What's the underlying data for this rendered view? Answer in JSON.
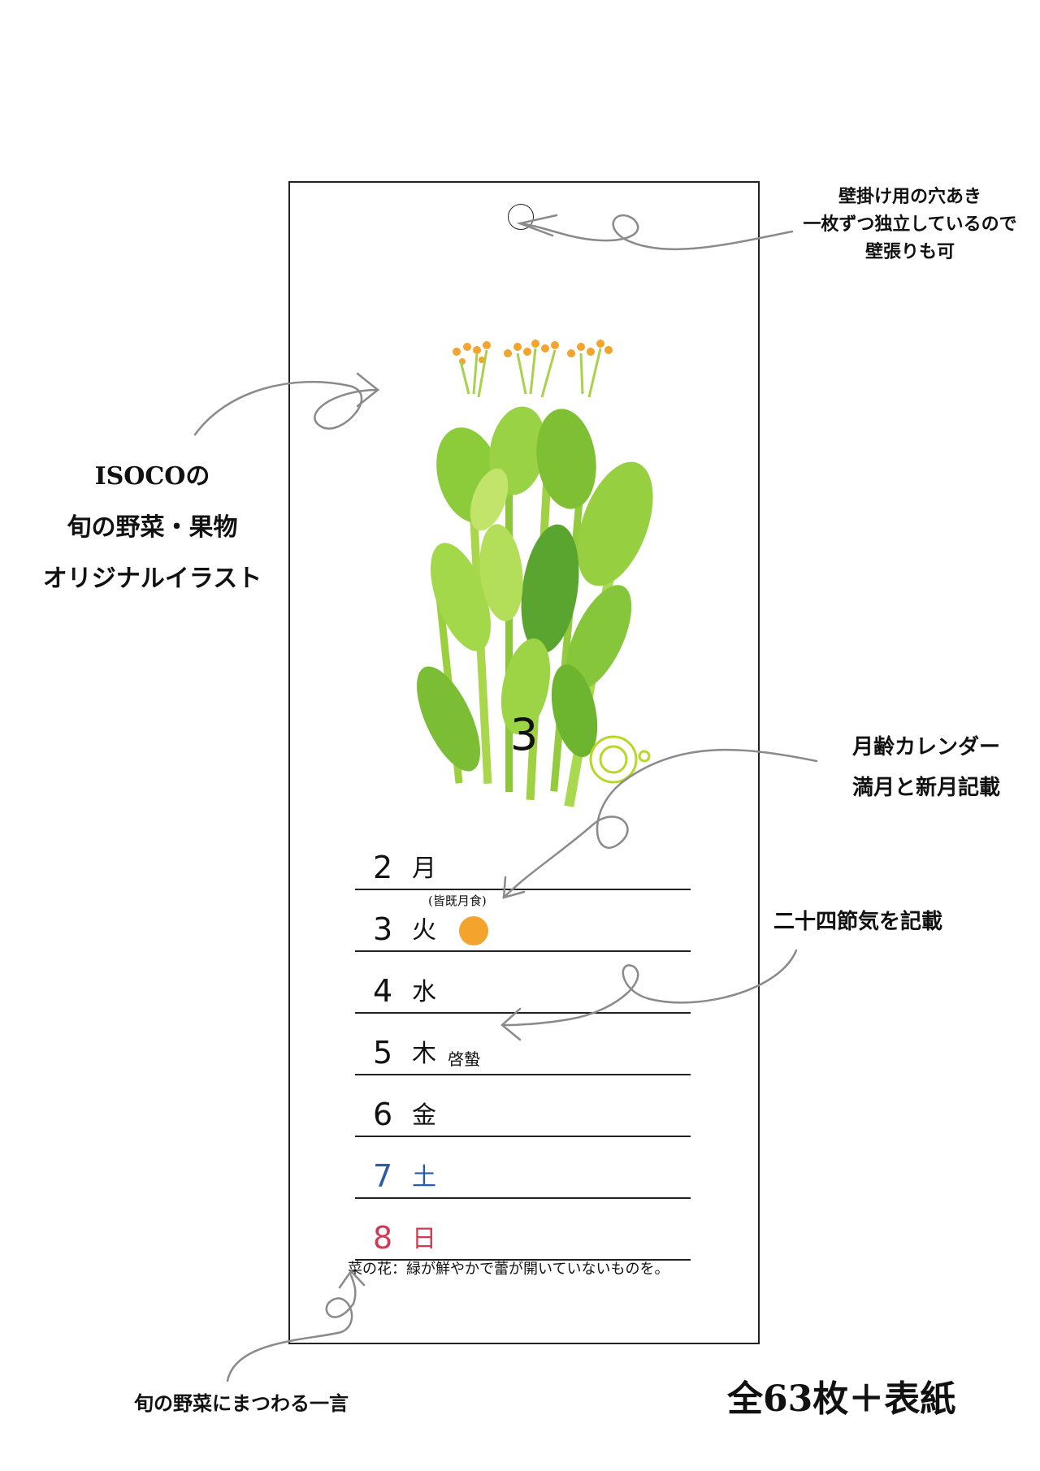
{
  "card": {
    "month_number": "3",
    "days": [
      {
        "day": "2",
        "weekday": "月",
        "color": "#111111"
      },
      {
        "day": "3",
        "weekday": "火",
        "color": "#111111",
        "note": "(皆既月食)",
        "moon": "full-moon"
      },
      {
        "day": "4",
        "weekday": "水",
        "color": "#111111"
      },
      {
        "day": "5",
        "weekday": "木",
        "color": "#111111",
        "solar_term": "啓蟄"
      },
      {
        "day": "6",
        "weekday": "金",
        "color": "#111111"
      },
      {
        "day": "7",
        "weekday": "土",
        "color": "#2a5ca8"
      },
      {
        "day": "8",
        "weekday": "日",
        "color": "#d03a52"
      }
    ],
    "memo": "菜の花：緑が鮮やかで蕾が開いていないものを。",
    "moon_color": "#f2a42d"
  },
  "annotations": {
    "hole": [
      "壁掛け用の穴あき",
      "一枚ずつ独立しているので",
      "壁張りも可"
    ],
    "illustration": [
      "ISOCOの",
      "旬の野菜・果物",
      "オリジナルイラスト"
    ],
    "moon_calendar": [
      "月齢カレンダー",
      "満月と新月記載"
    ],
    "solar_terms": "二十四節気を記載",
    "memo": "旬の野菜にまつわる一言",
    "count": "全63枚＋表紙"
  }
}
